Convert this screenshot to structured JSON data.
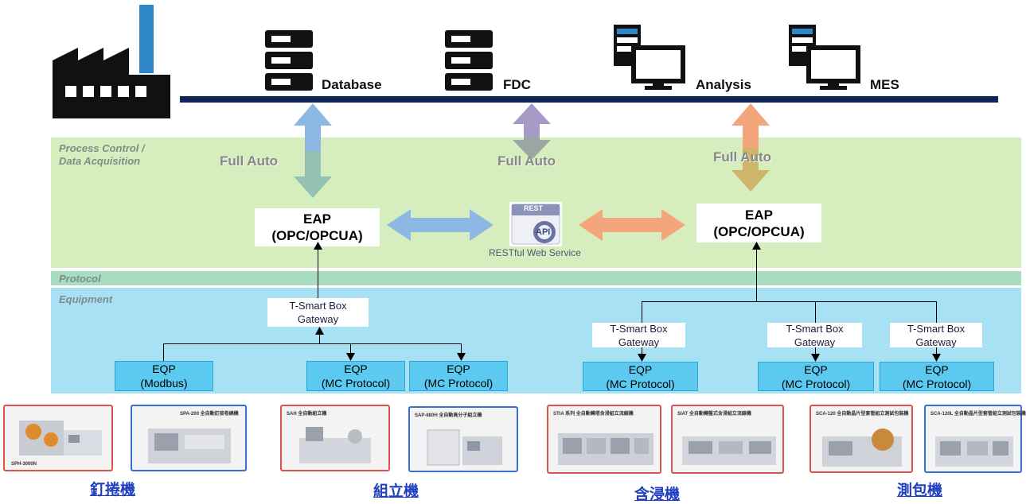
{
  "systems": {
    "database": "Database",
    "fdc": "FDC",
    "analysis": "Analysis",
    "mes": "MES"
  },
  "zones": {
    "process_control_line1": "Process Control /",
    "process_control_line2": "Data Acquisition",
    "protocol": "Protocol",
    "equipment": "Equipment"
  },
  "full_auto": [
    "Full Auto",
    "Full Auto",
    "Full Auto"
  ],
  "eap": [
    {
      "line1": "EAP",
      "line2": "(OPC/OPCUA)"
    },
    {
      "line1": "EAP",
      "line2": "(OPC/OPCUA)"
    }
  ],
  "rest": {
    "badge": "REST",
    "api": "API",
    "label": "RESTful Web Service"
  },
  "gateways": [
    {
      "line1": "T-Smart Box",
      "line2": "Gateway"
    },
    {
      "line1": "T-Smart Box",
      "line2": "Gateway"
    },
    {
      "line1": "T-Smart Box",
      "line2": "Gateway"
    },
    {
      "line1": "T-Smart Box",
      "line2": "Gateway"
    }
  ],
  "eqp": [
    {
      "line1": "EQP",
      "line2": "(Modbus)"
    },
    {
      "line1": "EQP",
      "line2": "(MC Protocol)"
    },
    {
      "line1": "EQP",
      "line2": "(MC Protocol)"
    },
    {
      "line1": "EQP",
      "line2": "(MC Protocol)"
    },
    {
      "line1": "EQP",
      "line2": "(MC Protocol)"
    },
    {
      "line1": "EQP",
      "line2": "(MC Protocol)"
    }
  ],
  "photos": [
    {
      "title": "",
      "foot": "SPH-3000N"
    },
    {
      "title": "SPA-200 全自動釘接卷繞機",
      "foot": ""
    },
    {
      "title": "SAH 全自動組立機",
      "foot": ""
    },
    {
      "title": "SAP-880H 全自動高分子組立機",
      "foot": ""
    },
    {
      "title": "STIA 系列 全自動轉塔含浸組立流線機",
      "foot": ""
    },
    {
      "title": "SIAT 全自動轉盤式含浸組立流線機",
      "foot": ""
    },
    {
      "title": "SCA-120 全自動晶片型套管組立測試包裝機",
      "foot": ""
    },
    {
      "title": "SCA-120L 全自動晶片型套管組立測試包裝機",
      "foot": ""
    }
  ],
  "machine_labels": [
    "釘捲機",
    "組立機",
    "含浸機",
    "測包機"
  ],
  "colors": {
    "bus": "#0f2557",
    "process_band": "#d6edbd",
    "protocol_band": "#a7dcc0",
    "equipment_band": "#a9e1f4",
    "eqp_box": "#5ccaf0",
    "arrow_blue": "#8db8e3",
    "arrow_purple": "#a69bc6",
    "arrow_orange": "#f3a57c",
    "machine_label": "#1f3fbf"
  },
  "icons": [
    "factory-icon",
    "server-stack-icon",
    "server-stack-icon",
    "workstation-icon",
    "workstation-icon",
    "rest-api-icon"
  ]
}
